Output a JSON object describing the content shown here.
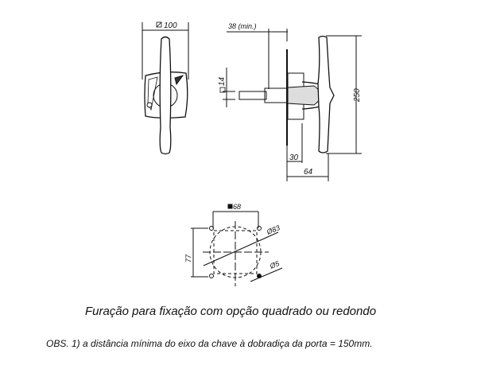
{
  "drawing": {
    "front_view": {
      "dim_width": "100"
    },
    "side_view": {
      "dim_min_depth": "38 (min.)",
      "dim_shaft": "14",
      "dim_height": "250",
      "dim_a": "30",
      "dim_b": "64"
    },
    "hole_pattern": {
      "dim_square_h": "68",
      "dim_square_v": "77",
      "dim_round": "Ø83",
      "dim_hole": "Ø5"
    }
  },
  "caption": "Furação para fixação com opção quadrado ou redondo",
  "note": "OBS. 1) a distância mínima do eixo da chave à dobradiça da porta = 150mm."
}
